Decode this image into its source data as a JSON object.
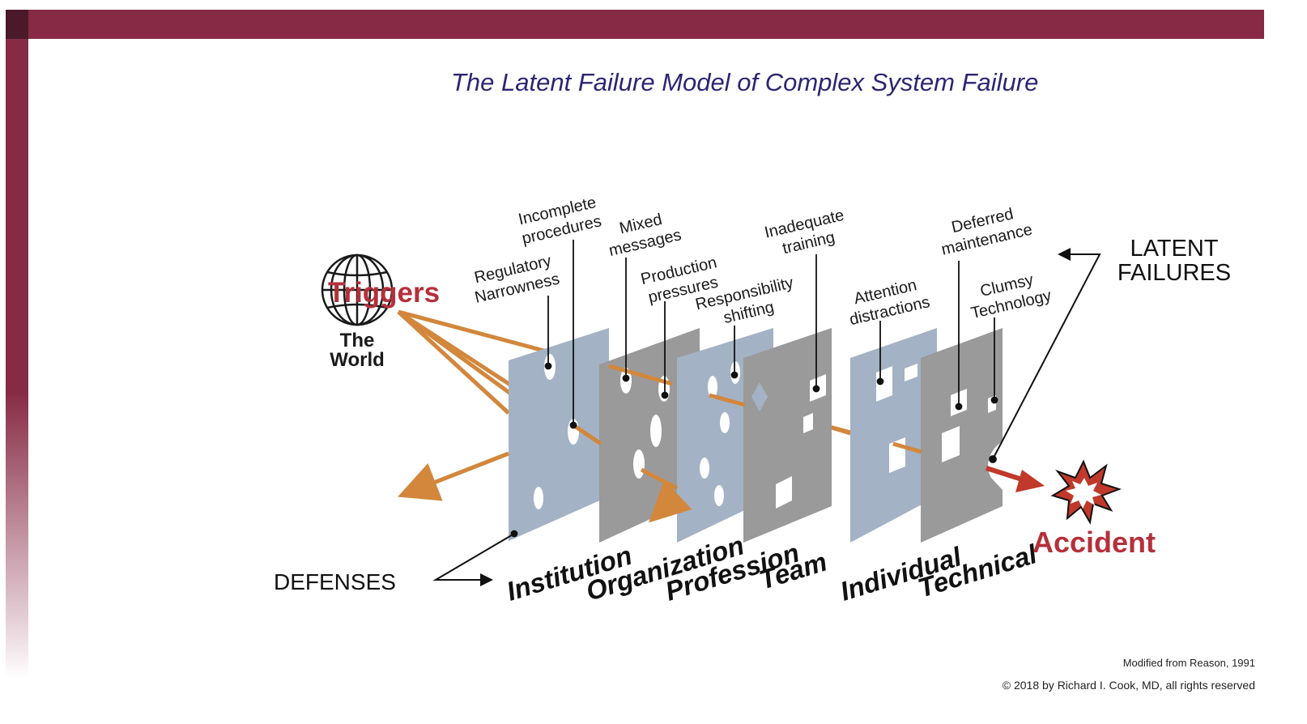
{
  "title": "The Latent Failure Model of Complex System Failure",
  "colors": {
    "brand_bar": "#862a45",
    "title_text": "#2d2573",
    "trajectory": "#d2873c",
    "accident_red": "#c0392b",
    "plate_blue": "#a3b2c4",
    "plate_gray": "#999999"
  },
  "triggers": {
    "label": "Triggers",
    "world_line1": "The",
    "world_line2": "World",
    "icon": "globe-icon"
  },
  "latent_failures": {
    "line1": "LATENT",
    "line2": "FAILURES",
    "items": [
      {
        "line1": "Regulatory",
        "line2": "Narrowness"
      },
      {
        "line1": "Incomplete",
        "line2": "procedures"
      },
      {
        "line1": "Mixed",
        "line2": "messages"
      },
      {
        "line1": "Production",
        "line2": "pressures"
      },
      {
        "line1": "Responsibility",
        "line2": "shifting"
      },
      {
        "line1": "Inadequate",
        "line2": "training"
      },
      {
        "line1": "Attention",
        "line2": "distractions"
      },
      {
        "line1": "Deferred",
        "line2": "maintenance"
      },
      {
        "line1": "Clumsy",
        "line2": "Technology"
      }
    ]
  },
  "defenses": {
    "label": "DEFENSES",
    "layers": [
      "Institution",
      "Organization",
      "Profession",
      "Team",
      "Individual",
      "Technical"
    ]
  },
  "accident": {
    "label": "Accident",
    "icon": "explosion-icon"
  },
  "credits": {
    "source": "Modified from Reason, 1991",
    "copyright": "© 2018 by Richard I. Cook, MD, all rights reserved"
  }
}
